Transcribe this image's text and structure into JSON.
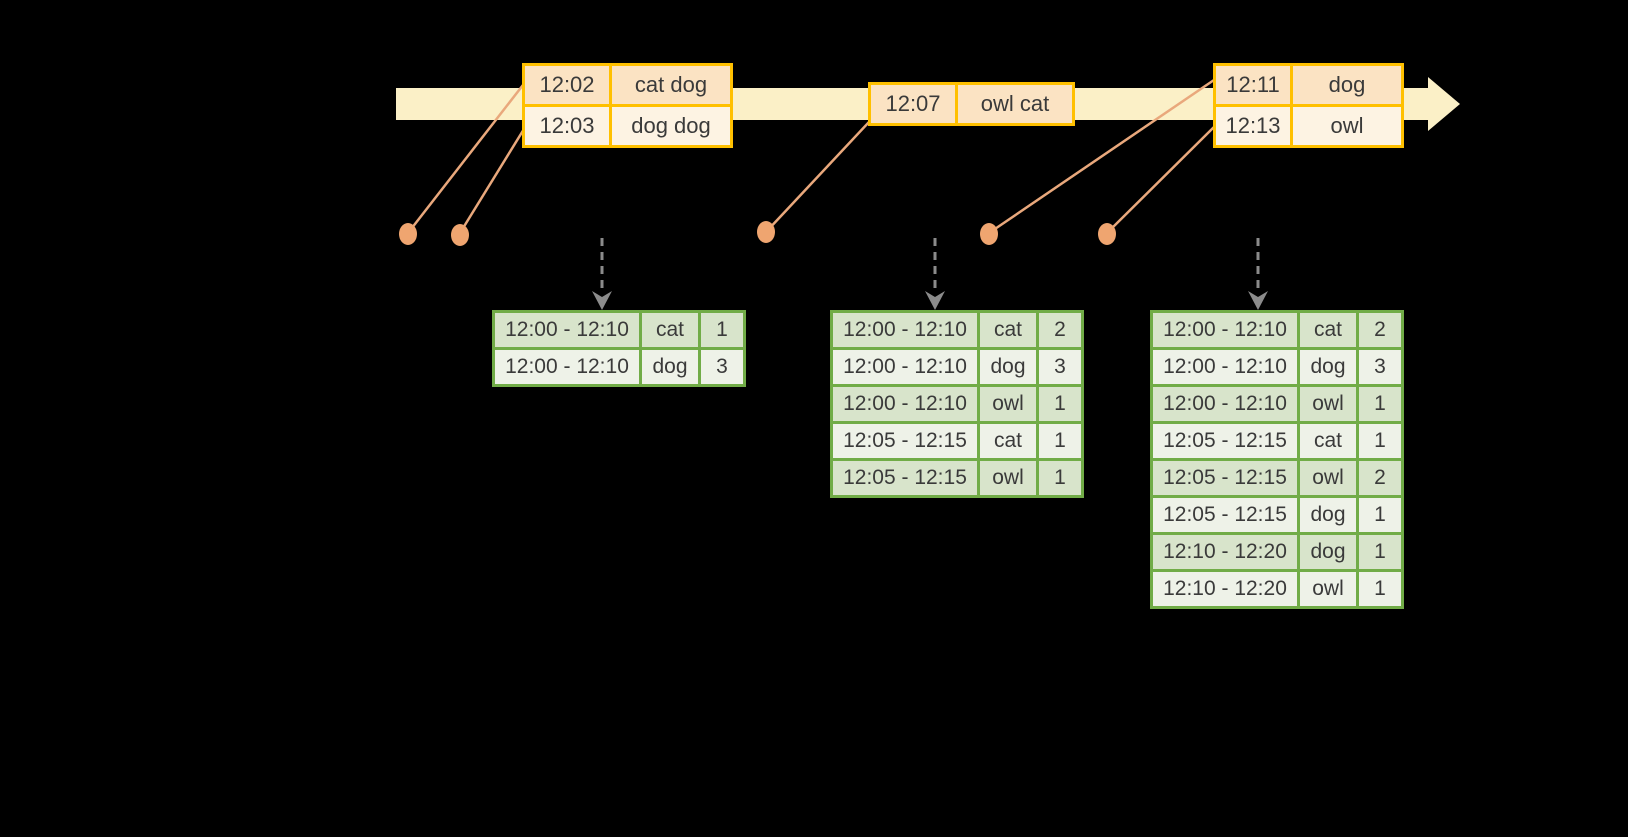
{
  "colors": {
    "background": "#000000",
    "timeline_band": "#FBF0C7",
    "event_table_border": "#FFC000",
    "event_row_dark": "#FBE3C3",
    "event_row_light": "#FDF3E3",
    "connector_salmon": "#E9A87C",
    "event_dot": "#EFA570",
    "result_table_border": "#71AC47",
    "result_row_sage": "#D8E4CB",
    "result_row_light": "#EEF2E8",
    "trigger_arrow_gray": "#8B8B8B",
    "text": "#3A3A3A"
  },
  "icons": {
    "timeline_arrow": "right-block-arrow",
    "event_marker": "event-dot",
    "trigger_arrow": "dashed-down-arrow"
  },
  "event_tables": [
    {
      "rows": [
        {
          "time": "12:02",
          "words": "cat dog"
        },
        {
          "time": "12:03",
          "words": "dog dog"
        }
      ]
    },
    {
      "rows": [
        {
          "time": "12:07",
          "words": "owl cat"
        }
      ]
    },
    {
      "rows": [
        {
          "time": "12:11",
          "words": "dog"
        },
        {
          "time": "12:13",
          "words": "owl"
        }
      ]
    }
  ],
  "result_tables": [
    {
      "rows": [
        [
          "12:00 - 12:10",
          "cat",
          "1"
        ],
        [
          "12:00 - 12:10",
          "dog",
          "3"
        ]
      ]
    },
    {
      "rows": [
        [
          "12:00 - 12:10",
          "cat",
          "2"
        ],
        [
          "12:00 - 12:10",
          "dog",
          "3"
        ],
        [
          "12:00 - 12:10",
          "owl",
          "1"
        ],
        [
          "12:05 - 12:15",
          "cat",
          "1"
        ],
        [
          "12:05 - 12:15",
          "owl",
          "1"
        ]
      ]
    },
    {
      "rows": [
        [
          "12:00 - 12:10",
          "cat",
          "2"
        ],
        [
          "12:00 - 12:10",
          "dog",
          "3"
        ],
        [
          "12:00 - 12:10",
          "owl",
          "1"
        ],
        [
          "12:05 - 12:15",
          "cat",
          "1"
        ],
        [
          "12:05 - 12:15",
          "owl",
          "2"
        ],
        [
          "12:05 - 12:15",
          "dog",
          "1"
        ],
        [
          "12:10 - 12:20",
          "dog",
          "1"
        ],
        [
          "12:10 - 12:20",
          "owl",
          "1"
        ]
      ]
    }
  ]
}
